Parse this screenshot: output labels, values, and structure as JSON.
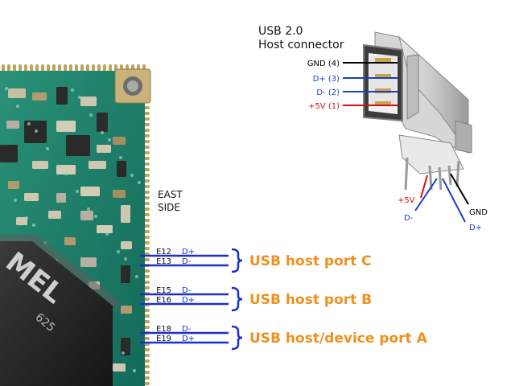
{
  "connector": {
    "title_line1": "USB 2.0",
    "title_line2": "Host connector",
    "pins": [
      {
        "label": "GND (4)",
        "color": "#000000"
      },
      {
        "label": "D+ (3)",
        "color": "#1a3fc8"
      },
      {
        "label": "D-  (2)",
        "color": "#1a3fc8"
      },
      {
        "label": "+5V (1)",
        "color": "#d01010"
      }
    ],
    "leads": [
      {
        "label": "+5V",
        "color": "#d01010"
      },
      {
        "label": "GND",
        "color": "#000000"
      },
      {
        "label": "D-",
        "color": "#1a3fc8"
      },
      {
        "label": "D+",
        "color": "#1a3fc8"
      }
    ]
  },
  "board": {
    "side_line1": "EAST",
    "side_line2": "SIDE",
    "chip_marking_main": "MEL",
    "chip_marking_sub": "625"
  },
  "ports": [
    {
      "label": "USB host port C",
      "rows": [
        {
          "pad": "E12",
          "signal": "D+"
        },
        {
          "pad": "E13",
          "signal": "D-"
        }
      ]
    },
    {
      "label": "USB host port B",
      "rows": [
        {
          "pad": "E15",
          "signal": "D-"
        },
        {
          "pad": "E16",
          "signal": "D+"
        }
      ]
    },
    {
      "label": "USB host/device port A",
      "rows": [
        {
          "pad": "E18",
          "signal": "D-"
        },
        {
          "pad": "E19",
          "signal": "D+"
        }
      ]
    }
  ],
  "colors": {
    "wire": "#1a2fd0",
    "brace": "#1a2fd0",
    "port_label": "#f0901e",
    "pcb": "#1d7f6b"
  }
}
